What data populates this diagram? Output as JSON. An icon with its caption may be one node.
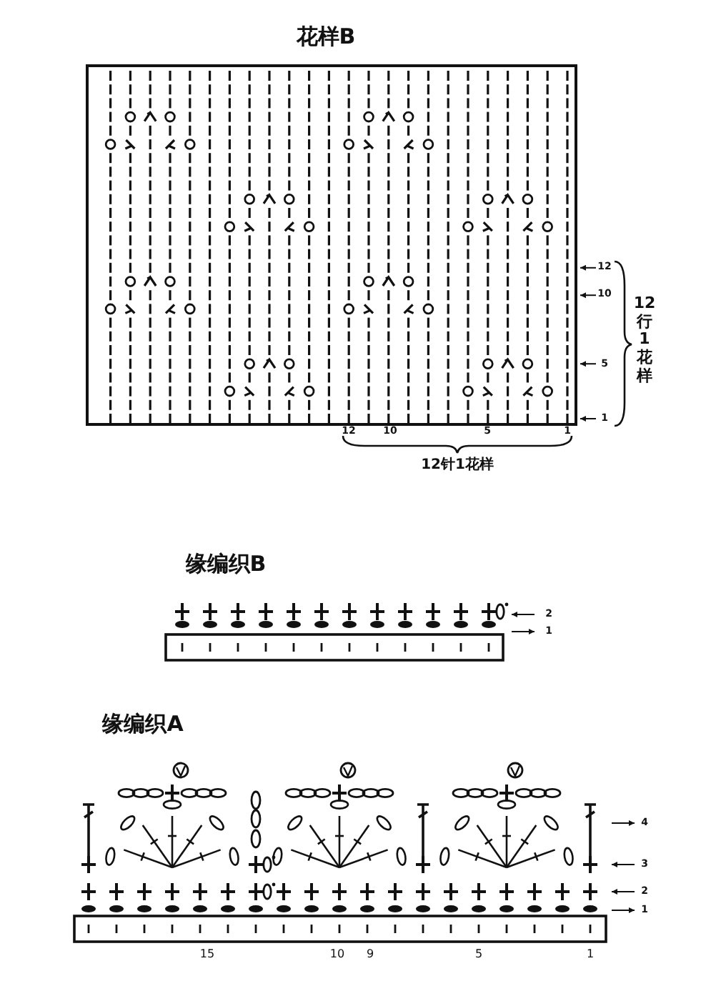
{
  "diagram": {
    "labels": [
      "花样B",
      "12",
      "10",
      "5",
      "1",
      "12",
      "10",
      "5",
      "1",
      "12行1花样",
      "12针1花样",
      "缘编织B",
      "2",
      "1",
      "缘编织A",
      "4",
      "3",
      "2",
      "1",
      "15",
      "10",
      "9",
      "5",
      "1"
    ]
  }
}
